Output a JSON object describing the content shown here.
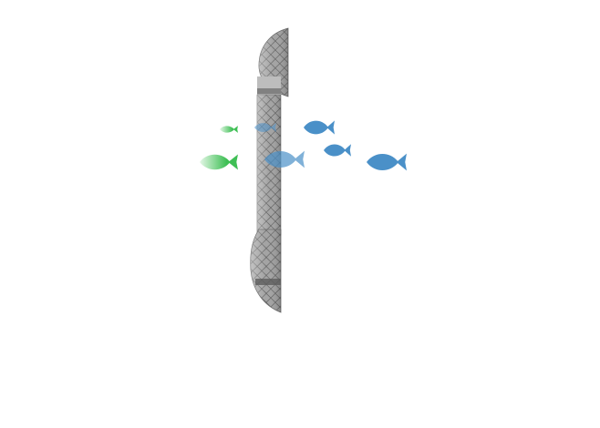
{
  "scene": {
    "background_color": "#ffffff",
    "net": {
      "icon": "fishing-net",
      "mesh_color": "#5a5a5a",
      "fill_color": "#9a9a9a"
    },
    "fish": [
      {
        "group": "blue",
        "color": "#4a90c8",
        "direction": "left"
      },
      {
        "group": "blue",
        "color": "#4a90c8",
        "direction": "left"
      },
      {
        "group": "blue",
        "color": "#4a90c8",
        "direction": "left"
      },
      {
        "group": "blue",
        "color": "#4a90c8",
        "direction": "left"
      },
      {
        "group": "blue",
        "color": "#4a90c8",
        "direction": "left"
      },
      {
        "group": "green",
        "color": "#3fbf55",
        "direction": "left"
      },
      {
        "group": "green",
        "color": "#3fbf55",
        "direction": "left"
      }
    ]
  }
}
